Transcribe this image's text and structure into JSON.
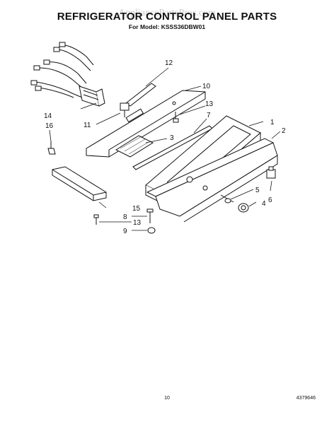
{
  "watermark": "AppliancePartsPros.com",
  "title": "REFRIGERATOR CONTROL PANEL PARTS",
  "subtitle": "For Model: KSSS36DBW01",
  "callouts": {
    "c1": "1",
    "c2": "2",
    "c3": "3",
    "c4": "4",
    "c5": "5",
    "c6": "6",
    "c7": "7",
    "c8": "8",
    "c9": "9",
    "c10": "10",
    "c11": "11",
    "c12": "12",
    "c13a": "13",
    "c13b": "13",
    "c14": "14",
    "c15": "15",
    "c16": "16"
  },
  "footer": {
    "page_number": "10",
    "document_number": "4379646"
  }
}
